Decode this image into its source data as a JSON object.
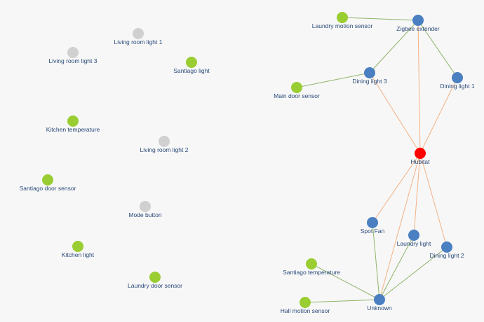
{
  "colors": {
    "background": "#f7f7f7",
    "coordinator": "#ff0000",
    "router": "#4a7fc1",
    "end_device": "#9acd32",
    "offline": "#d0d0d0",
    "edge_to_coordinator": "#f4b183",
    "edge_mesh": "#8fb46a",
    "label": "#2a4a7a"
  },
  "nodes": [
    {
      "id": "hubitat",
      "label": "Hubitat",
      "role": "coordinator"
    },
    {
      "id": "zigbee-extender",
      "label": "Zigbee extender",
      "role": "router"
    },
    {
      "id": "dining-light-3",
      "label": "Dining light 3",
      "role": "router"
    },
    {
      "id": "dining-light-1",
      "label": "Dining light 1",
      "role": "router"
    },
    {
      "id": "spot-fan",
      "label": "Spot Fan",
      "role": "router"
    },
    {
      "id": "laundry-light",
      "label": "Laundry light",
      "role": "router"
    },
    {
      "id": "dining-light-2",
      "label": "Dining light 2",
      "role": "router"
    },
    {
      "id": "unknown",
      "label": "Unknown",
      "role": "router"
    },
    {
      "id": "laundry-motion-sensor",
      "label": "Laundry motion sensor",
      "role": "end_device"
    },
    {
      "id": "main-door-sensor",
      "label": "Main door sensor",
      "role": "end_device"
    },
    {
      "id": "santiago-temperature",
      "label": "Santiago temperature",
      "role": "end_device"
    },
    {
      "id": "hall-motion-sensor",
      "label": "Hall motion sensor",
      "role": "end_device"
    },
    {
      "id": "living-room-light-1",
      "label": "Living room light 1",
      "role": "offline"
    },
    {
      "id": "living-room-light-3",
      "label": "Living room light 3",
      "role": "offline"
    },
    {
      "id": "santiago-light",
      "label": "Santiago light",
      "role": "end_device"
    },
    {
      "id": "kitchen-temperature",
      "label": "Kitchen temperature",
      "role": "end_device"
    },
    {
      "id": "living-room-light-2",
      "label": "Living room light 2",
      "role": "offline"
    },
    {
      "id": "santiago-door-sensor",
      "label": "Santiago door sensor",
      "role": "end_device"
    },
    {
      "id": "mode-button",
      "label": "Mode button",
      "role": "offline"
    },
    {
      "id": "kitchen-light",
      "label": "Kitchen light",
      "role": "end_device"
    },
    {
      "id": "laundry-door-sensor",
      "label": "Laundry door sensor",
      "role": "end_device"
    }
  ],
  "edges": [
    {
      "from": "laundry-motion-sensor",
      "to": "zigbee-extender",
      "kind": "mesh"
    },
    {
      "from": "zigbee-extender",
      "to": "dining-light-3",
      "kind": "mesh"
    },
    {
      "from": "zigbee-extender",
      "to": "dining-light-1",
      "kind": "mesh"
    },
    {
      "from": "zigbee-extender",
      "to": "hubitat",
      "kind": "to_coordinator"
    },
    {
      "from": "main-door-sensor",
      "to": "dining-light-3",
      "kind": "mesh"
    },
    {
      "from": "dining-light-3",
      "to": "hubitat",
      "kind": "to_coordinator"
    },
    {
      "from": "dining-light-1",
      "to": "hubitat",
      "kind": "to_coordinator"
    },
    {
      "from": "hubitat",
      "to": "spot-fan",
      "kind": "to_coordinator"
    },
    {
      "from": "hubitat",
      "to": "laundry-light",
      "kind": "to_coordinator"
    },
    {
      "from": "hubitat",
      "to": "dining-light-2",
      "kind": "to_coordinator"
    },
    {
      "from": "hubitat",
      "to": "unknown",
      "kind": "to_coordinator"
    },
    {
      "from": "spot-fan",
      "to": "unknown",
      "kind": "mesh"
    },
    {
      "from": "laundry-light",
      "to": "unknown",
      "kind": "mesh"
    },
    {
      "from": "dining-light-2",
      "to": "unknown",
      "kind": "mesh"
    },
    {
      "from": "santiago-temperature",
      "to": "unknown",
      "kind": "mesh"
    },
    {
      "from": "hall-motion-sensor",
      "to": "unknown",
      "kind": "mesh"
    }
  ]
}
